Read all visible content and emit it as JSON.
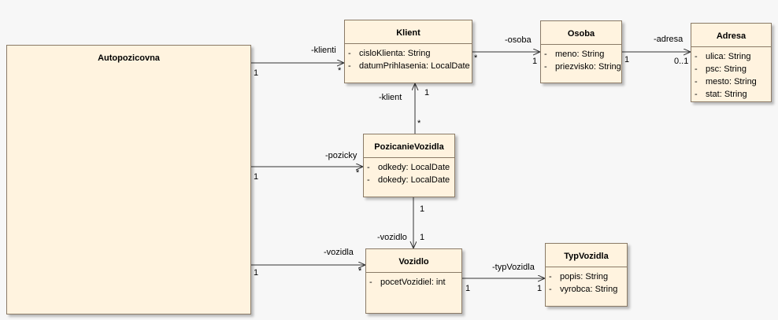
{
  "classes": {
    "autopozicovna": {
      "name": "Autopozicovna"
    },
    "klient": {
      "name": "Klient",
      "attrs": [
        {
          "vis": "-",
          "text": "cisloKlienta: String"
        },
        {
          "vis": "-",
          "text": "datumPrihlasenia: LocalDate"
        }
      ]
    },
    "osoba": {
      "name": "Osoba",
      "attrs": [
        {
          "vis": "-",
          "text": "meno: String"
        },
        {
          "vis": "-",
          "text": "priezvisko: String"
        }
      ]
    },
    "adresa": {
      "name": "Adresa",
      "attrs": [
        {
          "vis": "-",
          "text": "ulica: String"
        },
        {
          "vis": "-",
          "text": "psc: String"
        },
        {
          "vis": "-",
          "text": "mesto: String"
        },
        {
          "vis": "-",
          "text": "stat: String"
        }
      ]
    },
    "pozicanie": {
      "name": "PozicanieVozidla",
      "attrs": [
        {
          "vis": "-",
          "text": "odkedy: LocalDate"
        },
        {
          "vis": "-",
          "text": "dokedy: LocalDate"
        }
      ]
    },
    "vozidlo": {
      "name": "Vozidlo",
      "attrs": [
        {
          "vis": "-",
          "text": "pocetVozidiel: int"
        }
      ]
    },
    "typVozidla": {
      "name": "TypVozidla",
      "attrs": [
        {
          "vis": "-",
          "text": "popis: String"
        },
        {
          "vis": "-",
          "text": "vyrobca: String"
        }
      ]
    }
  },
  "associations": {
    "klienti": {
      "role": "-klienti",
      "src": "1",
      "dst": "*"
    },
    "pozicky": {
      "role": "-pozicky",
      "src": "1",
      "dst": "*"
    },
    "vozidla": {
      "role": "-vozidla",
      "src": "1",
      "dst": "*"
    },
    "osoba": {
      "role": "-osoba",
      "src": "*",
      "dst": "1"
    },
    "adresa": {
      "role": "-adresa",
      "src": "1",
      "dst": "0..1"
    },
    "klient": {
      "role": "-klient",
      "src": "*",
      "dst": "1"
    },
    "vozidlo": {
      "role": "-vozidlo",
      "src": "1",
      "dst": "1"
    },
    "typVozidla": {
      "role": "-typVozidla",
      "src": "1",
      "dst": "1"
    }
  }
}
